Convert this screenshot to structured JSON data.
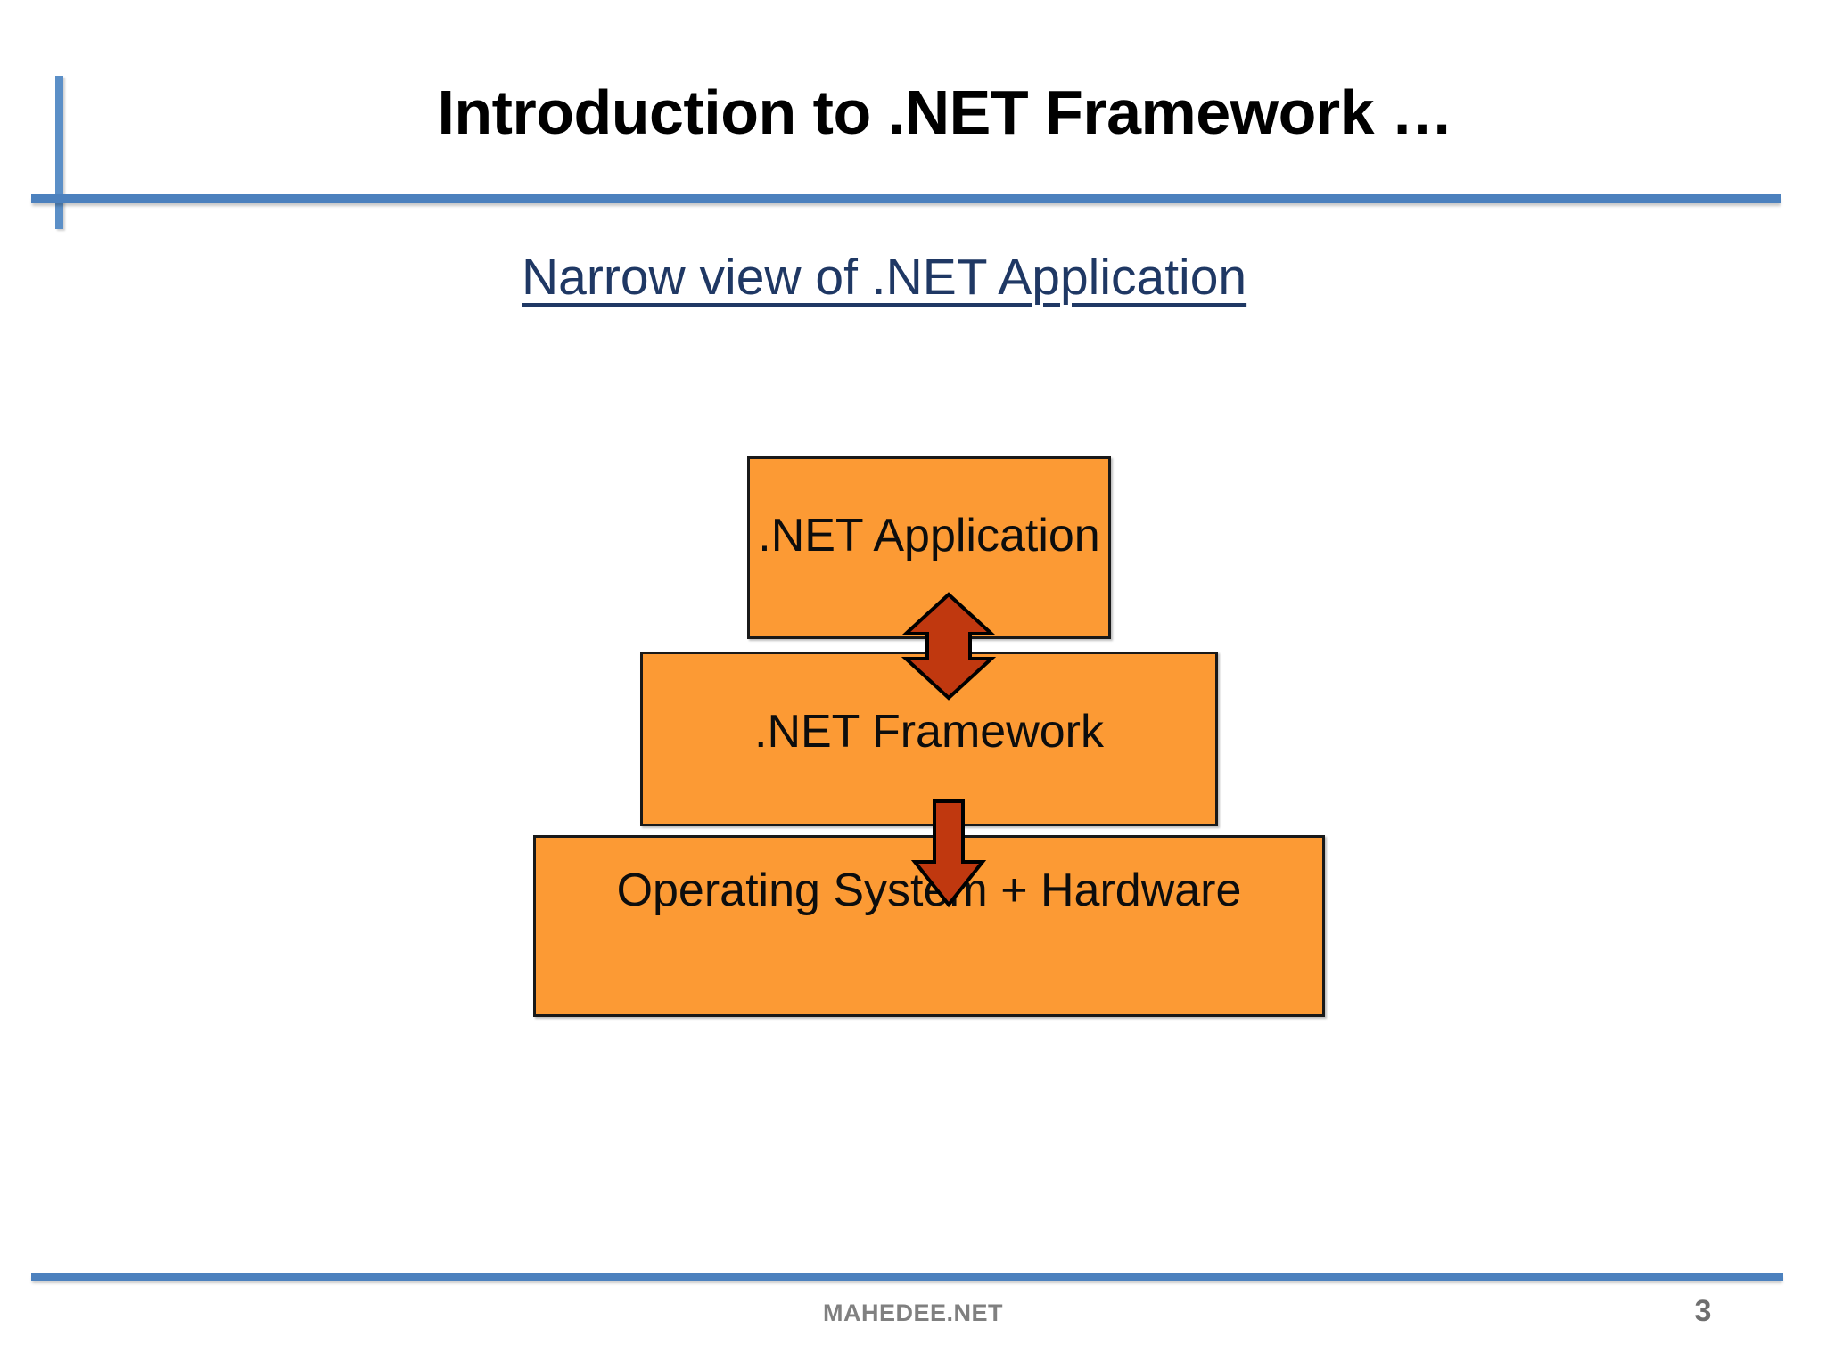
{
  "slide": {
    "title": "Introduction to .NET Framework …",
    "subtitle": "Narrow view of .NET Application"
  },
  "diagram": {
    "type": "layered-stack",
    "boxes": [
      {
        "id": "app",
        "label": ".NET Application"
      },
      {
        "id": "framework",
        "label": ".NET Framework"
      },
      {
        "id": "os",
        "label": "Operating System + Hardware"
      }
    ],
    "connectors": [
      {
        "id": "app-framework",
        "kind": "double-arrow-vertical",
        "from": ".NET Framework",
        "to": ".NET Application"
      },
      {
        "id": "framework-os",
        "kind": "down-arrow",
        "from": ".NET Framework",
        "to": "Operating System + Hardware"
      }
    ],
    "colors": {
      "box_fill": "#FC9A34",
      "box_border": "#191919",
      "arrow_fill": "#C0380F",
      "arrow_border": "#000000"
    }
  },
  "theme": {
    "accent_line": "#4C81BE",
    "subtitle_color": "#1F3864",
    "footer_color": "#808080"
  },
  "footer": {
    "brand": "MAHEDEE.NET",
    "page_number": "3"
  }
}
